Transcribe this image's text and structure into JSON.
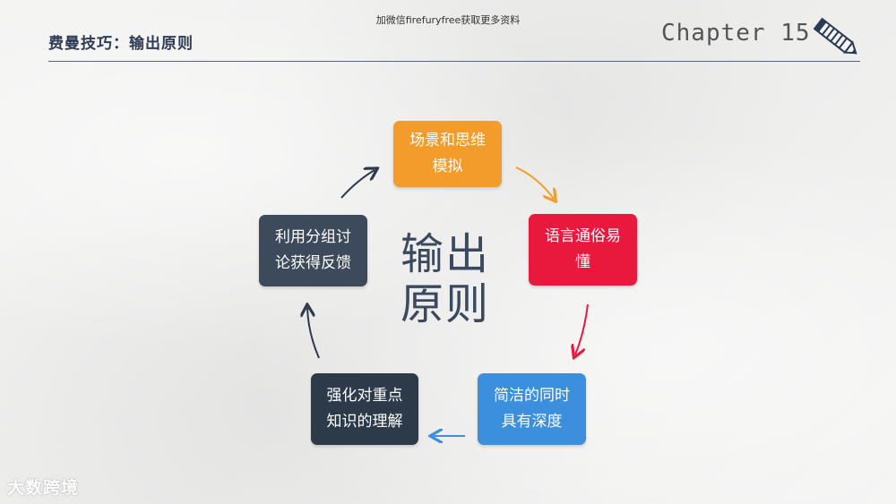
{
  "watermark": "加微信firefuryfree获取更多资料",
  "header": {
    "title": "费曼技巧：输出原则",
    "chapter": "Chapter 15"
  },
  "diagram": {
    "center_line1": "输出",
    "center_line2": "原则",
    "nodes": [
      {
        "line1": "场景和思维",
        "line2": "模拟",
        "color": "#f39c2b"
      },
      {
        "line1": "语言通俗易",
        "line2": "懂",
        "color": "#e8193d"
      },
      {
        "line1": "简洁的同时",
        "line2": "具有深度",
        "color": "#3b8fdd"
      },
      {
        "line1": "强化对重点",
        "line2": "知识的理解",
        "color": "#2c3a4a"
      },
      {
        "line1": "利用分组讨",
        "line2": "论获得反馈",
        "color": "#3d4a5c"
      }
    ],
    "icons": [
      "pencil-icon",
      "arrow-icon"
    ]
  },
  "logo": {
    "text": "大数跨境"
  }
}
